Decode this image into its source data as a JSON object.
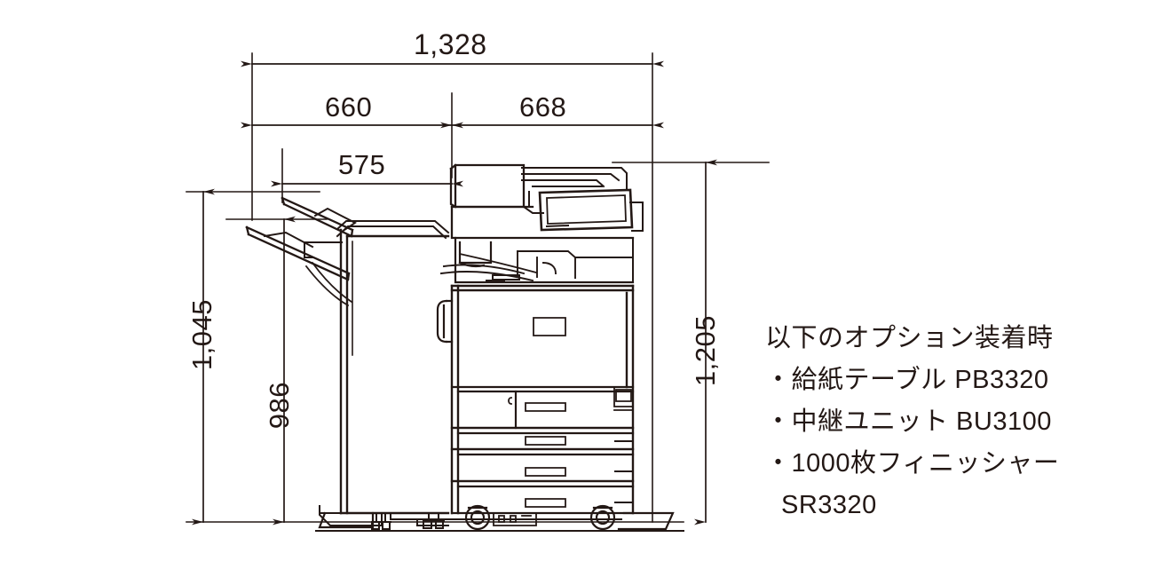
{
  "figure": {
    "kind": "dimensioned-side-view-drawing",
    "subject": "multifunction-printer-with-finisher",
    "units_note": "mm",
    "line_color": "#231815",
    "background_color": "#ffffff"
  },
  "dimensions": {
    "overall_width": "1,328",
    "left_section_width": "660",
    "right_section_width": "668",
    "finisher_tray_width": "575",
    "finisher_height": "1,045",
    "finisher_tray_height": "986",
    "machine_height": "1,205"
  },
  "notes": {
    "heading": "以下のオプション装着時",
    "items": [
      "・給紙テーブル PB3320",
      "・中継ユニット BU3100",
      "・1000枚フィニッシャー"
    ],
    "continuation": "SR3320"
  },
  "machine_parts": {
    "document_feeder": "document-feeder",
    "control_panel": "control-panel-touchscreen",
    "output_tray": "internal-output-tray",
    "front_cover_label": "front-cover-label",
    "paper_drawers": [
      "drawer-1",
      "drawer-2",
      "drawer-3",
      "drawer-4"
    ],
    "casters": [
      "caster-front",
      "caster-rear"
    ],
    "finisher_trays": [
      "finisher-upper-tray",
      "finisher-lower-tray"
    ],
    "side_latch": "side-cover-latch"
  }
}
